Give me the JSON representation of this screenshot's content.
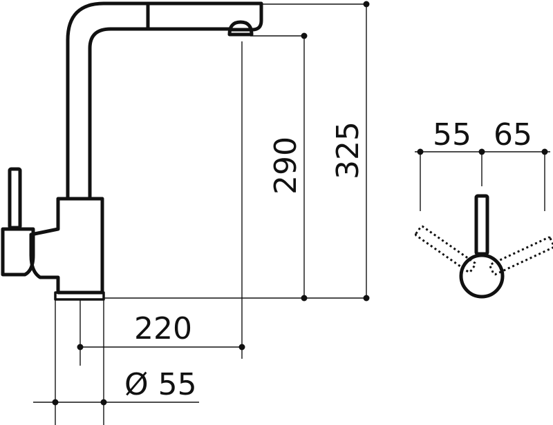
{
  "drawing": {
    "dimensions": {
      "height_total": "325",
      "height_spout": "290",
      "reach": "220",
      "diameter": "Ø 55",
      "angle_left": "55",
      "angle_right": "65"
    },
    "colors": {
      "line": "#111111",
      "background": "#ffffff"
    }
  }
}
